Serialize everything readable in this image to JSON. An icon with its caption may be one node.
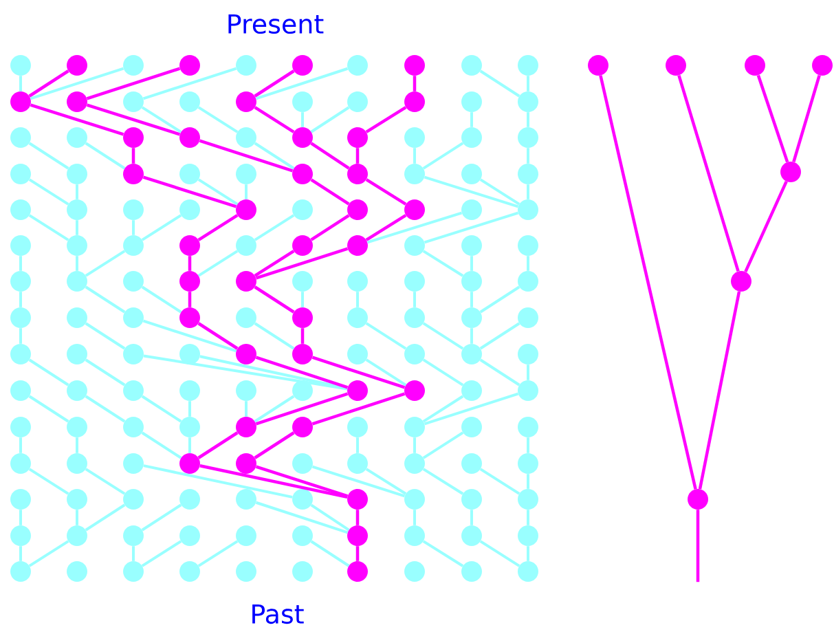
{
  "diagram": {
    "nodes": [
      {
        "text": [],
        "shape": "circle"
      },
      {
        "text": [],
        "shape": "circle"
      },
      {
        "text": [],
        "shape": "circle"
      },
      {
        "text": [],
        "shape": "circle"
      },
      {
        "text": [],
        "shape": "circle"
      },
      {
        "text": [],
        "shape": "circle"
      },
      {
        "text": [],
        "shape": "circle"
      },
      {
        "text": [],
        "shape": "circle"
      },
      {
        "text": [],
        "shape": "circle"
      },
      {
        "text": [],
        "shape": "circle"
      },
      {
        "text": [],
        "shape": "circle"
      },
      {
        "text": [],
        "shape": "circle"
      },
      {
        "text": [],
        "shape": "circle"
      },
      {
        "text": [],
        "shape": "circle"
      },
      {
        "text": [],
        "shape": "circle"
      },
      {
        "text": [],
        "shape": "circle"
      },
      {
        "text": [],
        "shape": "circle"
      },
      {
        "text": [],
        "shape": "circle"
      },
      {
        "text": [],
        "shape": "circle"
      },
      {
        "text": [],
        "shape": "circle"
      },
      {
        "text": [],
        "shape": "circle"
      },
      {
        "text": [],
        "shape": "circle"
      },
      {
        "text": [],
        "shape": "circle"
      },
      {
        "text": [],
        "shape": "circle"
      },
      {
        "text": [],
        "shape": "circle"
      },
      {
        "text": [],
        "shape": "circle"
      },
      {
        "text": [],
        "shape": "circle"
      },
      {
        "text": [],
        "shape": "circle"
      },
      {
        "text": [],
        "shape": "circle"
      },
      {
        "text": [],
        "shape": "circle"
      },
      {
        "text": [],
        "shape": "circle"
      },
      {
        "text": [],
        "shape": "circle"
      },
      {
        "text": [],
        "shape": "circle"
      },
      {
        "text": [],
        "shape": "circle"
      },
      {
        "text": [],
        "shape": "circle"
      },
      {
        "text": [],
        "shape": "circle"
      },
      {
        "text": [],
        "shape": "circle"
      },
      {
        "text": [],
        "shape": "circle"
      },
      {
        "text": [],
        "shape": "circle"
      },
      {
        "text": [],
        "shape": "circle"
      },
      {
        "text": [],
        "shape": "circle"
      },
      {
        "text": [],
        "shape": "circle"
      },
      {
        "text": [],
        "shape": "circle"
      },
      {
        "text": [],
        "shape": "circle"
      },
      {
        "text": [],
        "shape": "circle"
      },
      {
        "text": [],
        "shape": "circle"
      },
      {
        "text": [],
        "shape": "circle"
      },
      {
        "text": [],
        "shape": "circle"
      },
      {
        "text": [],
        "shape": "circle"
      },
      {
        "text": [],
        "shape": "circle"
      },
      {
        "text": [],
        "shape": "circle"
      },
      {
        "text": [],
        "shape": "circle"
      },
      {
        "text": [],
        "shape": "circle"
      },
      {
        "text": [],
        "shape": "circle"
      },
      {
        "text": [],
        "shape": "circle"
      },
      {
        "text": [],
        "shape": "circle"
      },
      {
        "text": [],
        "shape": "circle"
      },
      {
        "text": [],
        "shape": "circle"
      },
      {
        "text": [],
        "shape": "circle"
      },
      {
        "text": [],
        "shape": "circle"
      },
      {
        "text": [],
        "shape": "circle"
      },
      {
        "text": [],
        "shape": "circle"
      },
      {
        "text": [],
        "shape": "circle"
      },
      {
        "text": [],
        "shape": "circle"
      },
      {
        "text": [],
        "shape": "circle"
      },
      {
        "text": [],
        "shape": "circle"
      },
      {
        "text": [],
        "shape": "circle"
      },
      {
        "text": [],
        "shape": "circle"
      },
      {
        "text": [],
        "shape": "circle"
      },
      {
        "text": [],
        "shape": "circle"
      },
      {
        "text": [],
        "shape": "circle"
      },
      {
        "text": [],
        "shape": "circle"
      },
      {
        "text": [],
        "shape": "circle"
      },
      {
        "text": [],
        "shape": "circle"
      },
      {
        "text": [],
        "shape": "circle"
      },
      {
        "text": [],
        "shape": "circle"
      },
      {
        "text": [],
        "shape": "circle"
      },
      {
        "text": [],
        "shape": "circle"
      },
      {
        "text": [],
        "shape": "circle"
      },
      {
        "text": [],
        "shape": "circle"
      },
      {
        "text": [],
        "shape": "circle"
      },
      {
        "text": [],
        "shape": "circle"
      },
      {
        "text": [],
        "shape": "circle"
      },
      {
        "text": [],
        "shape": "circle"
      },
      {
        "text": [],
        "shape": "circle"
      },
      {
        "text": [],
        "shape": "circle"
      },
      {
        "text": [],
        "shape": "circle"
      },
      {
        "text": [],
        "shape": "circle"
      },
      {
        "text": [],
        "shape": "circle"
      },
      {
        "text": [],
        "shape": "circle"
      },
      {
        "text": [],
        "shape": "circle"
      },
      {
        "text": [],
        "shape": "circle"
      },
      {
        "text": [],
        "shape": "circle"
      },
      {
        "text": [],
        "shape": "circle"
      },
      {
        "text": [],
        "shape": "circle"
      },
      {
        "text": [],
        "shape": "circle"
      },
      {
        "text": [],
        "shape": "circle"
      },
      {
        "text": [],
        "shape": "circle"
      },
      {
        "text": [],
        "shape": "circle"
      },
      {
        "text": [],
        "shape": "circle"
      },
      {
        "text": [],
        "shape": "circle"
      },
      {
        "text": [],
        "shape": "circle"
      },
      {
        "text": [],
        "shape": "circle"
      },
      {
        "text": [],
        "shape": "circle"
      },
      {
        "text": [],
        "shape": "circle"
      },
      {
        "text": [],
        "shape": "circle"
      },
      {
        "text": [],
        "shape": "circle"
      },
      {
        "text": [],
        "shape": "circle"
      },
      {
        "text": [],
        "shape": "circle"
      },
      {
        "text": [],
        "shape": "circle"
      },
      {
        "text": [],
        "shape": "circle"
      },
      {
        "text": [],
        "shape": "circle"
      },
      {
        "text": [],
        "shape": "circle"
      },
      {
        "text": [],
        "shape": "circle"
      },
      {
        "text": [],
        "shape": "circle"
      },
      {
        "text": [],
        "shape": "circle"
      },
      {
        "text": [],
        "shape": "circle"
      },
      {
        "text": [],
        "shape": "circle"
      },
      {
        "text": [],
        "shape": "circle"
      },
      {
        "text": [],
        "shape": "circle"
      },
      {
        "text": [],
        "shape": "circle"
      },
      {
        "text": [],
        "shape": "circle"
      },
      {
        "text": [],
        "shape": "circle"
      },
      {
        "text": [],
        "shape": "circle"
      },
      {
        "text": [],
        "shape": "circle"
      },
      {
        "text": [],
        "shape": "circle"
      },
      {
        "text": [],
        "shape": "circle"
      },
      {
        "text": [],
        "shape": "circle"
      },
      {
        "text": [],
        "shape": "circle"
      },
      {
        "text": [],
        "shape": "circle"
      },
      {
        "text": [],
        "shape": "circle"
      },
      {
        "text": [],
        "shape": "circle"
      },
      {
        "text": [],
        "shape": "circle"
      },
      {
        "text": [],
        "shape": "circle"
      },
      {
        "text": [],
        "shape": "circle"
      },
      {
        "text": [],
        "shape": "circle"
      },
      {
        "text": [],
        "shape": "circle"
      },
      {
        "text": [],
        "shape": "circle"
      },
      {
        "text": [],
        "shape": "circle"
      },
      {
        "text": [],
        "shape": "circle"
      },
      {
        "text": [],
        "shape": "circle"
      },
      {
        "text": [],
        "shape": "circle"
      },
      {
        "text": [],
        "shape": "circle"
      },
      {
        "text": [],
        "shape": "circle"
      },
      {
        "text": [],
        "shape": "circle"
      },
      {
        "text": [],
        "shape": "circle"
      },
      {
        "text": [],
        "shape": "circle"
      },
      {
        "text": [],
        "shape": "circle"
      },
      {
        "text": [],
        "shape": "circle"
      },
      {
        "text": [],
        "shape": "circle"
      },
      {
        "text": [],
        "shape": "circle"
      },
      {
        "text": [],
        "shape": "circle"
      },
      {
        "text": [],
        "shape": "circle"
      },
      {
        "text": [],
        "shape": "circle"
      },
      {
        "text": [],
        "shape": "circle"
      },
      {
        "text": [],
        "shape": "circle"
      },
      {
        "text": [],
        "shape": "circle"
      }
    ],
    "edges": [
      {
        "from": 0,
        "to": 10,
        "arrow": "none"
      },
      {
        "from": 1,
        "to": 10,
        "arrow": "none",
        "color": "#ff00ff"
      },
      {
        "from": 2,
        "to": 10,
        "arrow": "none"
      },
      {
        "from": 3,
        "to": 11,
        "arrow": "none",
        "color": "#ff00ff"
      },
      {
        "from": 4,
        "to": 12,
        "arrow": "none"
      },
      {
        "from": 5,
        "to": 14,
        "arrow": "none",
        "color": "#ff00ff"
      },
      {
        "from": 6,
        "to": 14,
        "arrow": "none"
      },
      {
        "from": 7,
        "to": 17,
        "arrow": "none",
        "color": "#ff00ff"
      },
      {
        "from": 8,
        "to": 19,
        "arrow": "none"
      },
      {
        "from": 9,
        "to": 19,
        "arrow": "none"
      },
      {
        "from": 10,
        "to": 22,
        "arrow": "none",
        "color": "#ff00ff"
      },
      {
        "from": 11,
        "to": 23,
        "arrow": "none",
        "color": "#ff00ff"
      },
      {
        "from": 12,
        "to": 23,
        "arrow": "none"
      },
      {
        "from": 13,
        "to": 24,
        "arrow": "none"
      },
      {
        "from": 14,
        "to": 25,
        "arrow": "none",
        "color": "#ff00ff"
      },
      {
        "from": 15,
        "to": 25,
        "arrow": "none"
      },
      {
        "from": 16,
        "to": 25,
        "arrow": "none"
      },
      {
        "from": 17,
        "to": 26,
        "arrow": "none",
        "color": "#ff00ff"
      },
      {
        "from": 18,
        "to": 28,
        "arrow": "none"
      },
      {
        "from": 19,
        "to": 29,
        "arrow": "none"
      },
      {
        "from": 20,
        "to": 31,
        "arrow": "none"
      },
      {
        "from": 21,
        "to": 32,
        "arrow": "none"
      },
      {
        "from": 22,
        "to": 32,
        "arrow": "none",
        "color": "#ff00ff"
      },
      {
        "from": 23,
        "to": 35,
        "arrow": "none",
        "color": "#ff00ff"
      },
      {
        "from": 24,
        "to": 35,
        "arrow": "none"
      },
      {
        "from": 25,
        "to": 36,
        "arrow": "none",
        "color": "#ff00ff"
      },
      {
        "from": 26,
        "to": 36,
        "arrow": "none",
        "color": "#ff00ff"
      },
      {
        "from": 27,
        "to": 37,
        "arrow": "none"
      },
      {
        "from": 28,
        "to": 37,
        "arrow": "none"
      },
      {
        "from": 29,
        "to": 39,
        "arrow": "none"
      },
      {
        "from": 30,
        "to": 41,
        "arrow": "none"
      },
      {
        "from": 31,
        "to": 41,
        "arrow": "none"
      },
      {
        "from": 32,
        "to": 44,
        "arrow": "none",
        "color": "#ff00ff"
      },
      {
        "from": 33,
        "to": 44,
        "arrow": "none"
      },
      {
        "from": 34,
        "to": 44,
        "arrow": "none"
      },
      {
        "from": 35,
        "to": 46,
        "arrow": "none",
        "color": "#ff00ff"
      },
      {
        "from": 36,
        "to": 47,
        "arrow": "none",
        "color": "#ff00ff"
      },
      {
        "from": 37,
        "to": 49,
        "arrow": "none"
      },
      {
        "from": 38,
        "to": 49,
        "arrow": "none"
      },
      {
        "from": 39,
        "to": 49,
        "arrow": "none"
      },
      {
        "from": 40,
        "to": 51,
        "arrow": "none"
      },
      {
        "from": 41,
        "to": 51,
        "arrow": "none"
      },
      {
        "from": 42,
        "to": 52,
        "arrow": "none"
      },
      {
        "from": 43,
        "to": 52,
        "arrow": "none"
      },
      {
        "from": 44,
        "to": 53,
        "arrow": "none",
        "color": "#ff00ff"
      },
      {
        "from": 45,
        "to": 54,
        "arrow": "none"
      },
      {
        "from": 46,
        "to": 55,
        "arrow": "none",
        "color": "#ff00ff"
      },
      {
        "from": 47,
        "to": 56,
        "arrow": "none",
        "color": "#ff00ff"
      },
      {
        "from": 48,
        "to": 56,
        "arrow": "none"
      },
      {
        "from": 49,
        "to": 57,
        "arrow": "none"
      },
      {
        "from": 50,
        "to": 60,
        "arrow": "none"
      },
      {
        "from": 51,
        "to": 61,
        "arrow": "none"
      },
      {
        "from": 52,
        "to": 61,
        "arrow": "none"
      },
      {
        "from": 53,
        "to": 63,
        "arrow": "none",
        "color": "#ff00ff"
      },
      {
        "from": 54,
        "to": 63,
        "arrow": "none"
      },
      {
        "from": 55,
        "to": 64,
        "arrow": "none",
        "color": "#ff00ff"
      },
      {
        "from": 56,
        "to": 64,
        "arrow": "none",
        "color": "#ff00ff"
      },
      {
        "from": 57,
        "to": 68,
        "arrow": "none"
      },
      {
        "from": 58,
        "to": 68,
        "arrow": "none"
      },
      {
        "from": 59,
        "to": 69,
        "arrow": "none"
      },
      {
        "from": 60,
        "to": 70,
        "arrow": "none"
      },
      {
        "from": 61,
        "to": 72,
        "arrow": "none"
      },
      {
        "from": 62,
        "to": 73,
        "arrow": "none"
      },
      {
        "from": 63,
        "to": 73,
        "arrow": "none",
        "color": "#ff00ff"
      },
      {
        "from": 64,
        "to": 75,
        "arrow": "none",
        "color": "#ff00ff"
      },
      {
        "from": 65,
        "to": 75,
        "arrow": "none"
      },
      {
        "from": 66,
        "to": 76,
        "arrow": "none"
      },
      {
        "from": 67,
        "to": 77,
        "arrow": "none"
      },
      {
        "from": 68,
        "to": 78,
        "arrow": "none"
      },
      {
        "from": 69,
        "to": 78,
        "arrow": "none"
      },
      {
        "from": 70,
        "to": 80,
        "arrow": "none"
      },
      {
        "from": 71,
        "to": 82,
        "arrow": "none"
      },
      {
        "from": 72,
        "to": 84,
        "arrow": "none"
      },
      {
        "from": 73,
        "to": 84,
        "arrow": "none",
        "color": "#ff00ff"
      },
      {
        "from": 74,
        "to": 85,
        "arrow": "none"
      },
      {
        "from": 75,
        "to": 85,
        "arrow": "none",
        "color": "#ff00ff"
      },
      {
        "from": 76,
        "to": 87,
        "arrow": "none"
      },
      {
        "from": 77,
        "to": 88,
        "arrow": "none"
      },
      {
        "from": 78,
        "to": 88,
        "arrow": "none"
      },
      {
        "from": 79,
        "to": 88,
        "arrow": "none"
      },
      {
        "from": 80,
        "to": 91,
        "arrow": "none"
      },
      {
        "from": 81,
        "to": 92,
        "arrow": "none"
      },
      {
        "from": 82,
        "to": 96,
        "arrow": "none"
      },
      {
        "from": 83,
        "to": 96,
        "arrow": "none"
      },
      {
        "from": 84,
        "to": 96,
        "arrow": "none",
        "color": "#ff00ff"
      },
      {
        "from": 85,
        "to": 97,
        "arrow": "none",
        "color": "#ff00ff"
      },
      {
        "from": 86,
        "to": 97,
        "arrow": "none"
      },
      {
        "from": 87,
        "to": 98,
        "arrow": "none"
      },
      {
        "from": 88,
        "to": 99,
        "arrow": "none"
      },
      {
        "from": 89,
        "to": 99,
        "arrow": "none"
      },
      {
        "from": 90,
        "to": 101,
        "arrow": "none"
      },
      {
        "from": 91,
        "to": 102,
        "arrow": "none"
      },
      {
        "from": 92,
        "to": 103,
        "arrow": "none"
      },
      {
        "from": 93,
        "to": 103,
        "arrow": "none"
      },
      {
        "from": 94,
        "to": 104,
        "arrow": "none"
      },
      {
        "from": 95,
        "to": 104,
        "arrow": "none"
      },
      {
        "from": 96,
        "to": 104,
        "arrow": "none",
        "color": "#ff00ff"
      },
      {
        "from": 97,
        "to": 105,
        "arrow": "none",
        "color": "#ff00ff"
      },
      {
        "from": 98,
        "to": 107,
        "arrow": "none"
      },
      {
        "from": 99,
        "to": 107,
        "arrow": "none"
      },
      {
        "from": 100,
        "to": 110,
        "arrow": "none"
      },
      {
        "from": 101,
        "to": 111,
        "arrow": "none"
      },
      {
        "from": 102,
        "to": 113,
        "arrow": "none"
      },
      {
        "from": 103,
        "to": 113,
        "arrow": "none"
      },
      {
        "from": 104,
        "to": 113,
        "arrow": "none",
        "color": "#ff00ff"
      },
      {
        "from": 105,
        "to": 114,
        "arrow": "none",
        "color": "#ff00ff"
      },
      {
        "from": 106,
        "to": 116,
        "arrow": "none"
      },
      {
        "from": 107,
        "to": 117,
        "arrow": "none"
      },
      {
        "from": 108,
        "to": 117,
        "arrow": "none"
      },
      {
        "from": 109,
        "to": 119,
        "arrow": "none"
      },
      {
        "from": 110,
        "to": 121,
        "arrow": "none"
      },
      {
        "from": 111,
        "to": 122,
        "arrow": "none"
      },
      {
        "from": 112,
        "to": 125,
        "arrow": "none"
      },
      {
        "from": 113,
        "to": 126,
        "arrow": "none",
        "color": "#ff00ff"
      },
      {
        "from": 114,
        "to": 126,
        "arrow": "none",
        "color": "#ff00ff"
      },
      {
        "from": 115,
        "to": 127,
        "arrow": "none"
      },
      {
        "from": 116,
        "to": 127,
        "arrow": "none"
      },
      {
        "from": 117,
        "to": 128,
        "arrow": "none"
      },
      {
        "from": 118,
        "to": 129,
        "arrow": "none"
      },
      {
        "from": 119,
        "to": 129,
        "arrow": "none"
      },
      {
        "from": 120,
        "to": 130,
        "arrow": "none"
      },
      {
        "from": 121,
        "to": 131,
        "arrow": "none"
      },
      {
        "from": 122,
        "to": 131,
        "arrow": "none"
      },
      {
        "from": 123,
        "to": 132,
        "arrow": "none"
      },
      {
        "from": 124,
        "to": 136,
        "arrow": "none"
      },
      {
        "from": 125,
        "to": 136,
        "arrow": "none"
      },
      {
        "from": 126,
        "to": 136,
        "arrow": "none",
        "color": "#ff00ff"
      },
      {
        "from": 127,
        "to": 137,
        "arrow": "none"
      },
      {
        "from": 128,
        "to": 138,
        "arrow": "none"
      },
      {
        "from": 129,
        "to": 139,
        "arrow": "none"
      },
      {
        "from": 130,
        "to": 140,
        "arrow": "none"
      },
      {
        "from": 131,
        "to": 140,
        "arrow": "none"
      },
      {
        "from": 132,
        "to": 142,
        "arrow": "none"
      },
      {
        "from": 133,
        "to": 142,
        "arrow": "none"
      },
      {
        "from": 134,
        "to": 143,
        "arrow": "none"
      },
      {
        "from": 135,
        "to": 146,
        "arrow": "none"
      },
      {
        "from": 136,
        "to": 146,
        "arrow": "none",
        "color": "#ff00ff"
      },
      {
        "from": 137,
        "to": 148,
        "arrow": "none"
      },
      {
        "from": 138,
        "to": 149,
        "arrow": "none"
      },
      {
        "from": 139,
        "to": 149,
        "arrow": "none"
      },
      {
        "from": 150,
        "to": 156,
        "arrow": "none",
        "color": "#ff00ff"
      },
      {
        "from": 151,
        "to": 155,
        "arrow": "none",
        "color": "#ff00ff"
      },
      {
        "from": 152,
        "to": 154,
        "arrow": "none",
        "color": "#ff00ff"
      },
      {
        "from": 153,
        "to": 154,
        "arrow": "none",
        "color": "#ff00ff"
      },
      {
        "from": 154,
        "to": 155,
        "arrow": "none",
        "color": "#ff00ff"
      },
      {
        "from": 155,
        "to": 156,
        "arrow": "none",
        "color": "#ff00ff"
      },
      {
        "from": 156,
        "to": null,
        "arrow": "none",
        "color": "#ff00ff"
      }
    ],
    "labels": [
      "Present",
      "Past"
    ]
  }
}
